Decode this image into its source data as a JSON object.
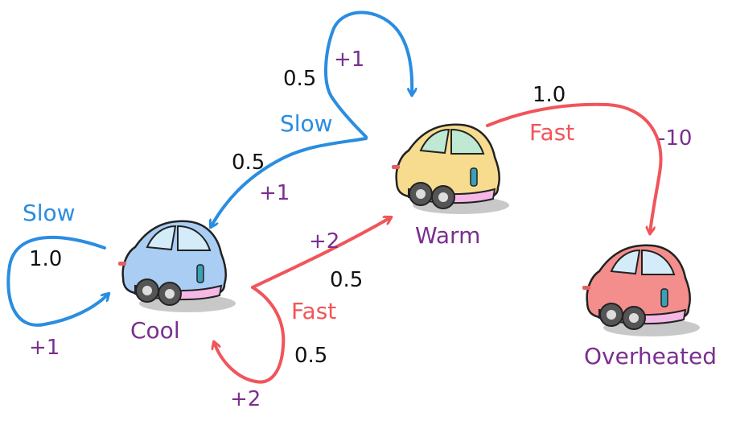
{
  "states": {
    "cool": "Cool",
    "warm": "Warm",
    "overheated": "Overheated"
  },
  "actions": {
    "slow": "Slow",
    "fast": "Fast"
  },
  "transitions": {
    "cool_slow_cool": {
      "action": "Slow",
      "prob": "1.0",
      "reward": "+1"
    },
    "cool_fast_cool": {
      "action": "Fast",
      "prob": "0.5",
      "reward": "+2"
    },
    "cool_fast_warm": {
      "prob": "0.5",
      "reward": "+2"
    },
    "warm_slow_cool": {
      "action": "Slow",
      "prob": "0.5",
      "reward": "+1"
    },
    "warm_slow_warm": {
      "prob": "0.5",
      "reward": "+1"
    },
    "warm_fast_overheated": {
      "action": "Fast",
      "prob": "1.0",
      "reward": "-10"
    }
  },
  "colors": {
    "slow": "#2a8de0",
    "fast": "#f0555a",
    "reward": "#7a2f8f",
    "cool_car": "#a9cdf3",
    "warm_car": "#f7dc8f",
    "overheated_car": "#f48e8c",
    "car_skirt": "#f5b8e6"
  }
}
